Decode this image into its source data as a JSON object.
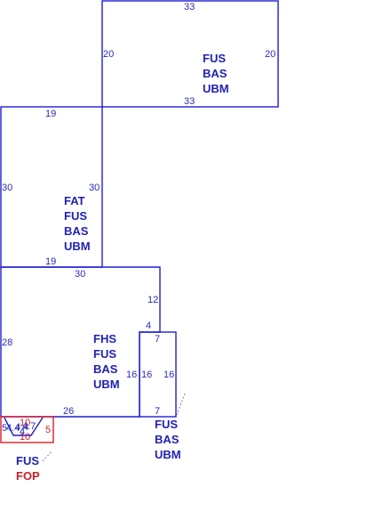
{
  "rooms": [
    {
      "id": "top-right",
      "dims": {
        "top": "33",
        "bottom": "33",
        "left": "20",
        "right": "20"
      },
      "codes": [
        "FUS",
        "BAS",
        "UBM"
      ]
    },
    {
      "id": "middle-left",
      "dims": {
        "top": "19",
        "bottom": "19",
        "left": "30",
        "right": "30"
      },
      "codes": [
        "FAT",
        "FUS",
        "BAS",
        "UBM"
      ]
    },
    {
      "id": "main",
      "dims": {
        "top": "30",
        "right": "12",
        "notch": "4",
        "inner_left": "16",
        "bottom": "26",
        "left": "28"
      },
      "codes": [
        "FHS",
        "FUS",
        "BAS",
        "UBM"
      ]
    },
    {
      "id": "closet",
      "dims": {
        "top": "7",
        "bottom": "7",
        "left": "16",
        "right": "16"
      },
      "codes": [
        "FUS",
        "BAS",
        "UBM"
      ]
    },
    {
      "id": "porch",
      "dims": {
        "top": "10",
        "bottom": "10",
        "right": "5",
        "left_a": "5",
        "left_b": "4.4",
        "mid_a": "4.4",
        "mid_b": "4.7",
        "inner": "4"
      },
      "codes": [
        "FUS"
      ],
      "codes_alert": [
        "FOP"
      ]
    }
  ],
  "colors": {
    "wall": "#1e1ed0",
    "label": "#1f1fb4",
    "alert": "#c8202a"
  }
}
